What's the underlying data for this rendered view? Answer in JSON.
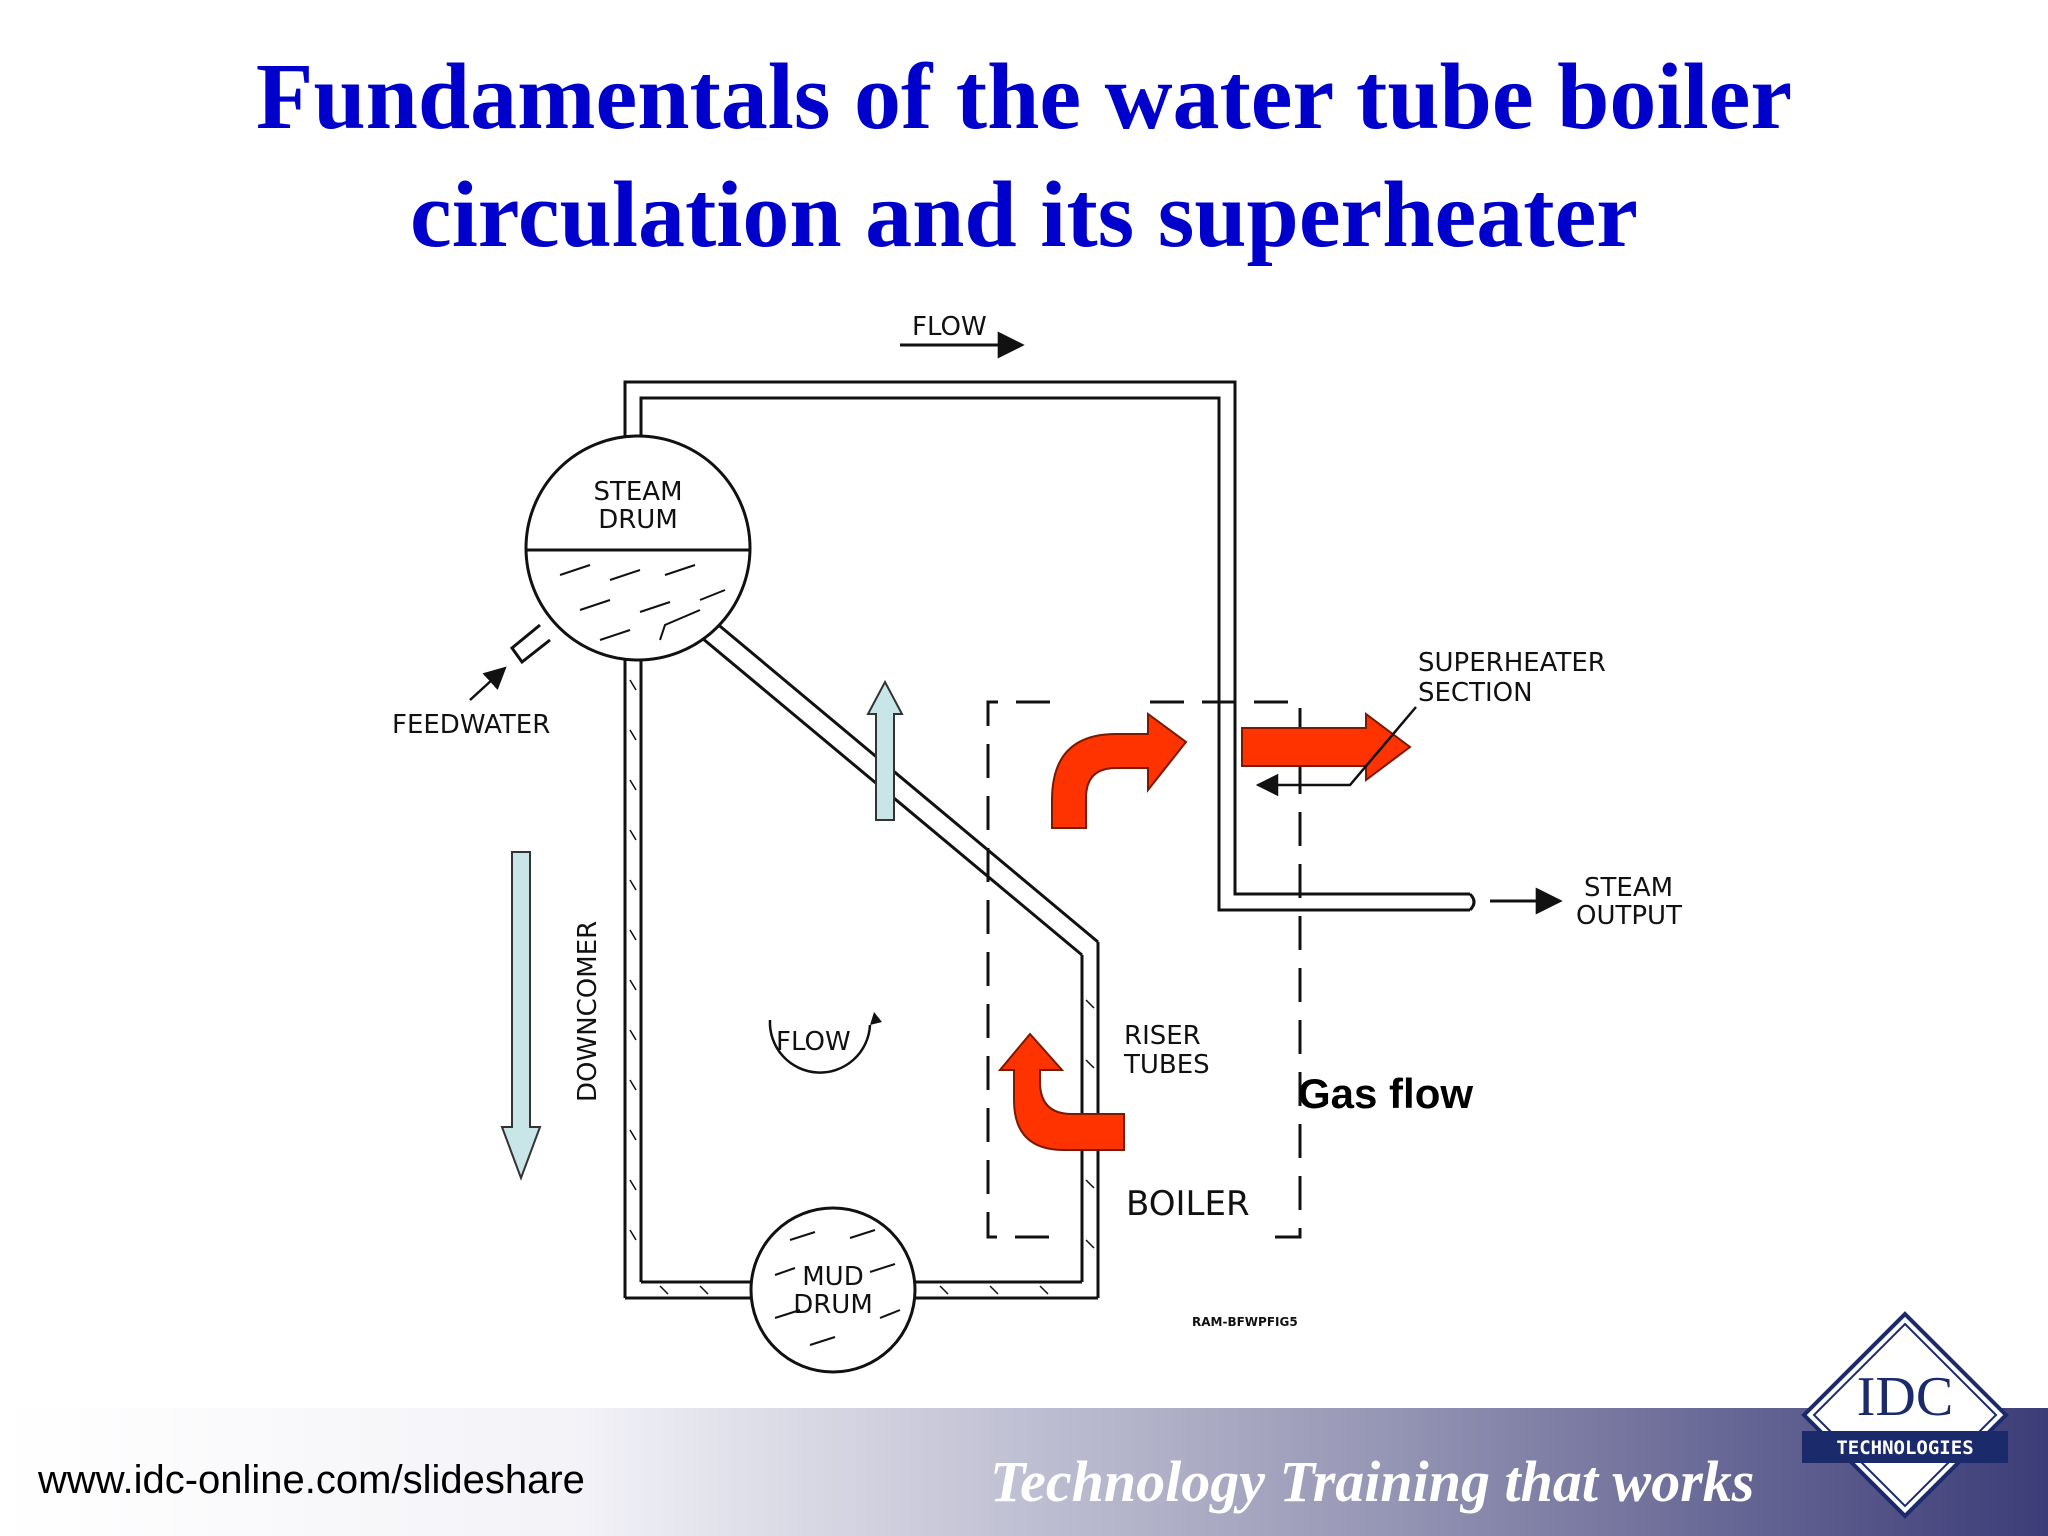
{
  "slide": {
    "title_line1": "Fundamentals of the water tube boiler",
    "title_line2": "circulation and its superheater",
    "url": "www.idc-online.com/slideshare",
    "tagline": "Technology Training that works"
  },
  "diagram": {
    "labels": {
      "flow_top": "FLOW",
      "steam_drum_1": "STEAM",
      "steam_drum_2": "DRUM",
      "feedwater": "FEEDWATER",
      "downcomer": "DOWNCOMER",
      "flow_center": "FLOW",
      "mud_drum_1": "MUD",
      "mud_drum_2": "DRUM",
      "riser_1": "RISER",
      "riser_2": "TUBES",
      "boiler": "BOILER",
      "superheater_1": "SUPERHEATER",
      "superheater_2": "SECTION",
      "steam_output_1": "STEAM",
      "steam_output_2": "OUTPUT",
      "gas_flow": "Gas flow",
      "figure_code": "RAM-BFWPFIG5"
    },
    "colors": {
      "hot_arrow": "#ff3300",
      "water_arrow": "#c8e6e8",
      "line": "#111111"
    }
  },
  "logo": {
    "text": "IDC",
    "subtext": "TECHNOLOGIES"
  }
}
